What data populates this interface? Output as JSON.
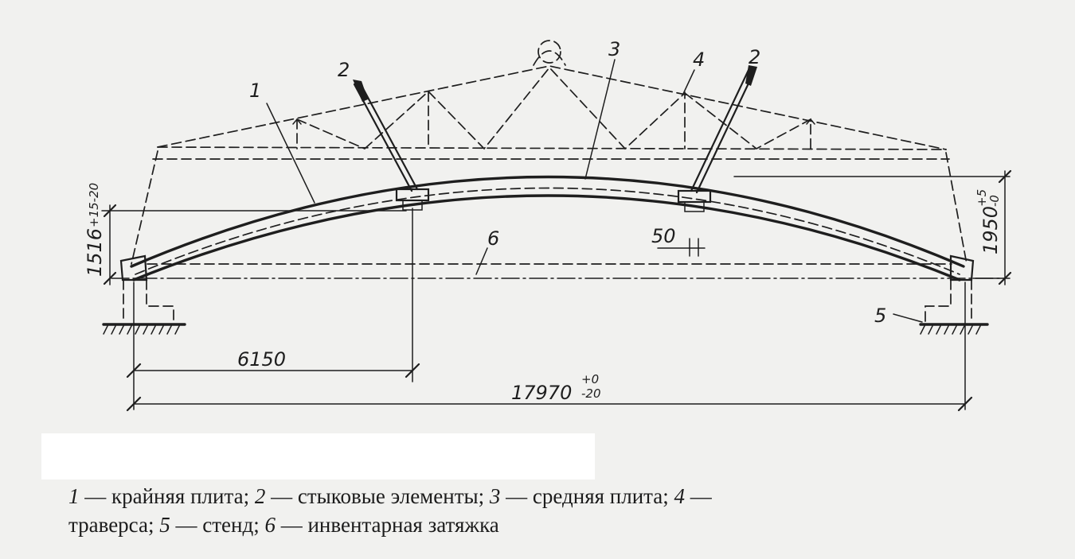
{
  "labels": {
    "callout_1": "1",
    "callout_2_left": "2",
    "callout_2_right": "2",
    "callout_3": "3",
    "callout_4": "4",
    "callout_5": "5",
    "callout_6": "6"
  },
  "dimensions": {
    "span_total": "17970",
    "span_total_tol_upper": "+0",
    "span_total_tol_lower": "-20",
    "span_partial": "6150",
    "left_height": "1516",
    "left_height_tol": "+15-20",
    "right_height": "1950",
    "right_height_tol_upper": "+5",
    "right_height_tol_lower": "-0",
    "gap": "50"
  },
  "legend": [
    {
      "num": "1",
      "text": "крайняя плита;"
    },
    {
      "num": "2",
      "text": "стыковые элементы;"
    },
    {
      "num": "3",
      "text": "средняя плита;"
    },
    {
      "num": "4",
      "text": "траверса;"
    },
    {
      "num": "5",
      "text": "стенд;"
    },
    {
      "num": "6",
      "text": "инвентарная затяжка"
    }
  ]
}
